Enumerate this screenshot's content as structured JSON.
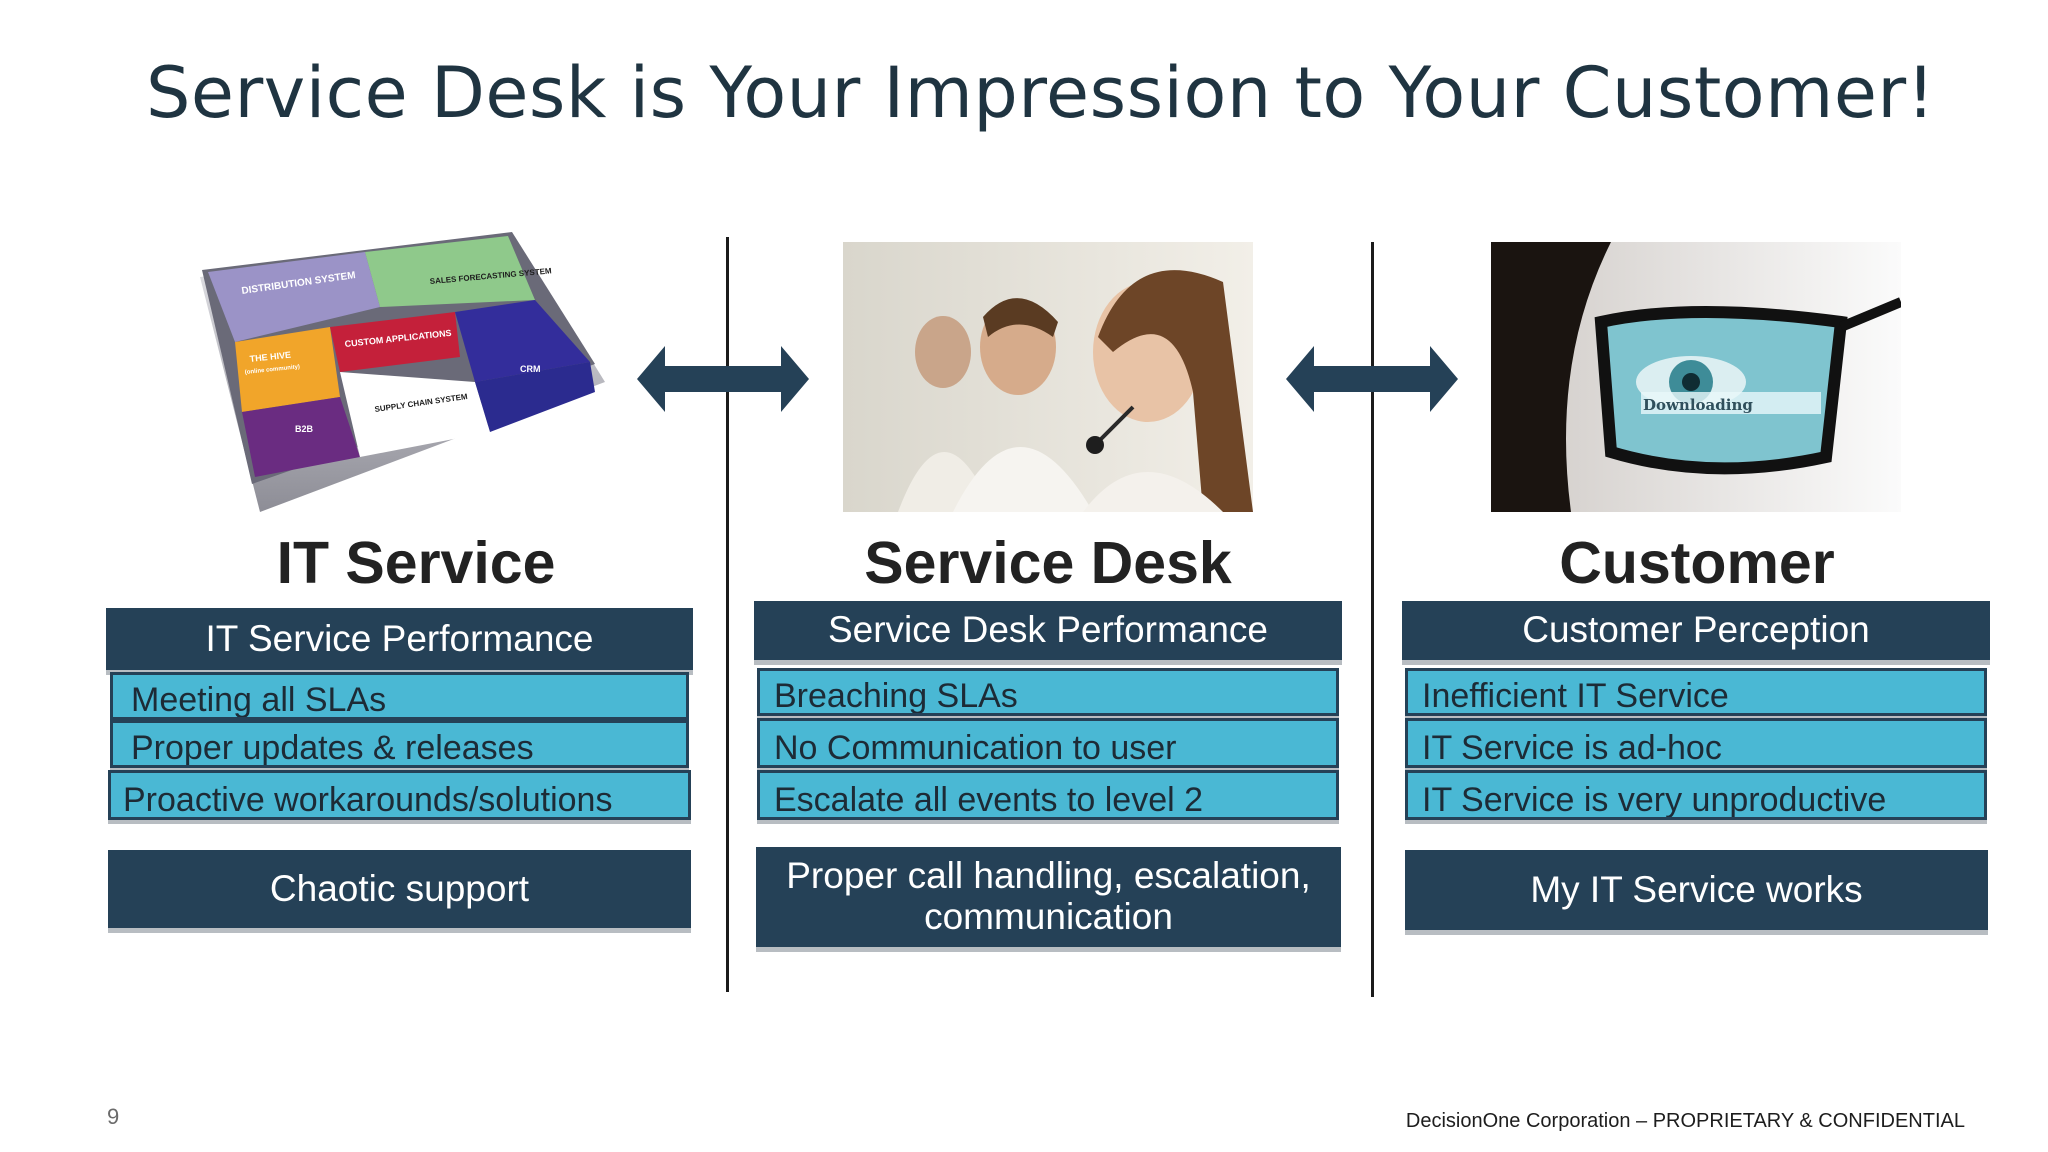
{
  "slide": {
    "title": "Service Desk is Your Impression to Your Customer!",
    "page_number": "9",
    "footer": "DecisionOne Corporation – PROPRIETARY & CONFIDENTIAL"
  },
  "puzzle_labels": {
    "distribution": "DISTRIBUTION SYSTEM",
    "sales": "SALES FORECASTING SYSTEM",
    "custom": "CUSTOM APPLICATIONS",
    "hive": "THE HIVE",
    "hive_sub": "(online community)",
    "crm": "CRM",
    "supply": "SUPPLY CHAIN SYSTEM",
    "b2b": "B2B"
  },
  "screen_text": "Downloading",
  "columns": [
    {
      "heading": "IT Service",
      "performance_label": "IT Service Performance",
      "items": [
        "Meeting all SLAs",
        "Proper updates & releases",
        "Proactive workarounds/solutions"
      ],
      "summary": "Chaotic support"
    },
    {
      "heading": "Service Desk",
      "performance_label": "Service Desk Performance",
      "items": [
        "Breaching SLAs",
        "No Communication to user",
        "Escalate all events to level 2"
      ],
      "summary": "Proper call handling, escalation, communication"
    },
    {
      "heading": "Customer",
      "performance_label": "Customer Perception",
      "items": [
        "Inefficient IT Service",
        "IT Service is ad-hoc",
        "IT Service is very unproductive"
      ],
      "summary": "My IT Service works"
    }
  ],
  "colors": {
    "dark_box": "#254157",
    "light_box": "#4ab8d4",
    "arrow": "#254157"
  }
}
